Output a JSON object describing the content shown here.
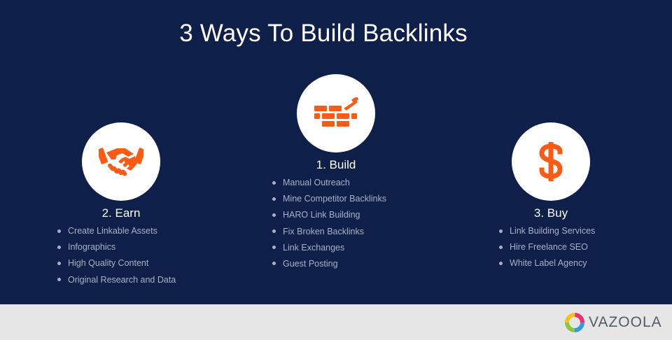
{
  "title": "3 Ways To Build Backlinks",
  "colors": {
    "panel": "#0e1f49",
    "accent": "#fb5b14",
    "footer": "#e6e6e6",
    "bullet_text": "#a9b2c6"
  },
  "columns": {
    "earn": {
      "icon": "handshake-icon",
      "heading": "2. Earn",
      "items": [
        "Create Linkable Assets",
        "Infographics",
        "High Quality Content",
        "Original Research and Data"
      ]
    },
    "build": {
      "icon": "brick-wall-icon",
      "heading": "1. Build",
      "items": [
        "Manual Outreach",
        "Mine Competitor Backlinks",
        "HARO Link Building",
        "Fix Broken Backlinks",
        "Link Exchanges",
        "Guest Posting"
      ]
    },
    "buy": {
      "icon": "dollar-sign-icon",
      "heading": "3. Buy",
      "items": [
        "Link Building Services",
        "Hire Freelance SEO",
        "White Label Agency"
      ]
    }
  },
  "brand": {
    "name": "VAZOOLA",
    "icon": "vazoola-logo-icon"
  }
}
